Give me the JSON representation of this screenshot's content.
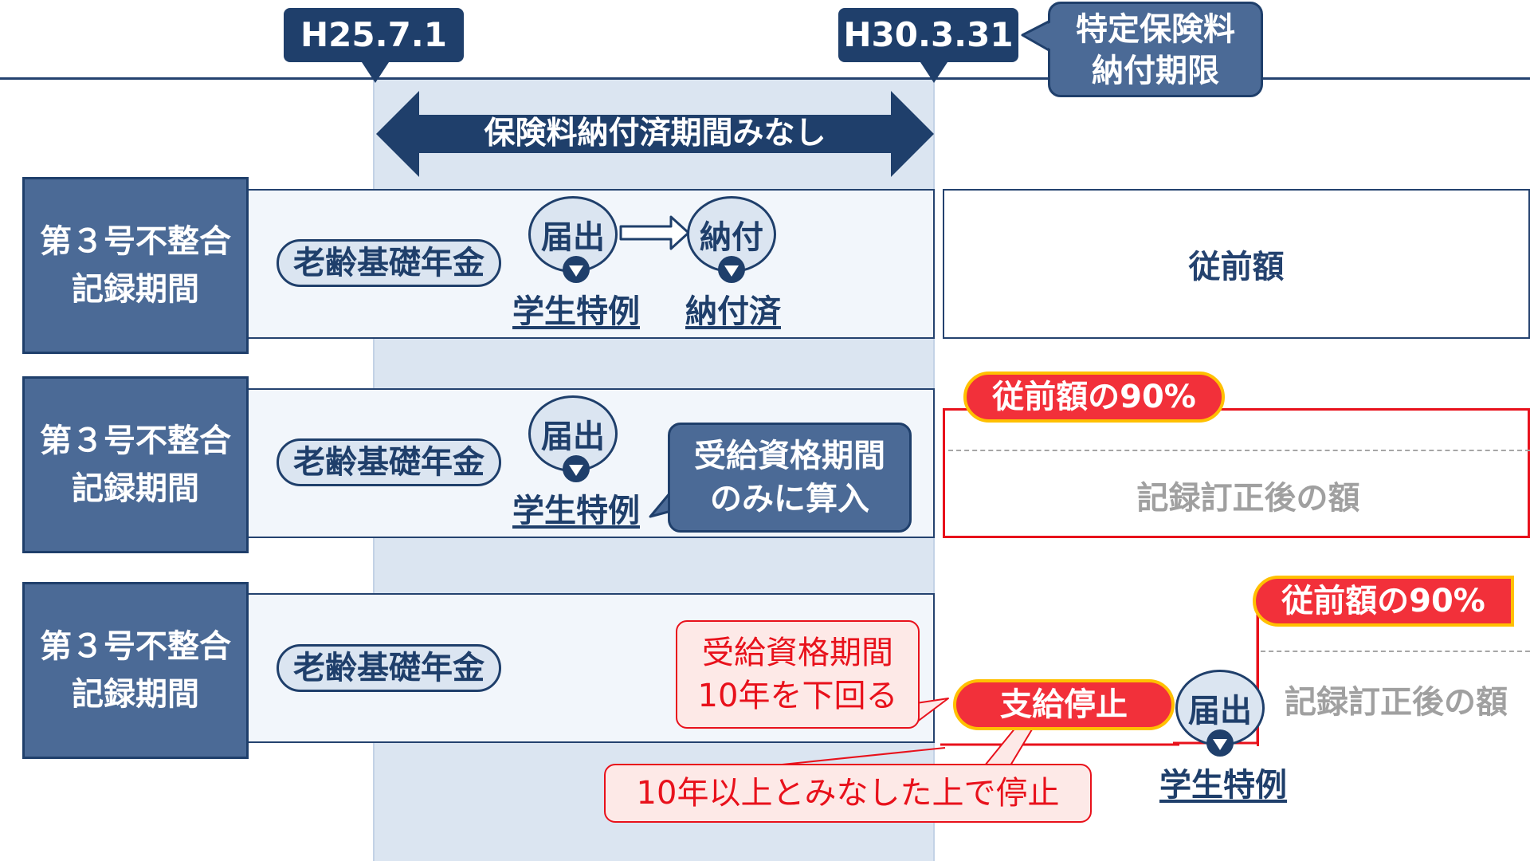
{
  "timeline": {
    "start_date": "H25.7.1",
    "end_date": "H30.3.31",
    "deadline_label_line1": "特定保険料",
    "deadline_label_line2": "納付期限",
    "arrow_label": "保険料納付済期間みなし"
  },
  "rows": [
    {
      "label_line1": "第３号不整合",
      "label_line2": "記録期間",
      "pension": "老齢基礎年金",
      "step1": "届出",
      "step1_result": "学生特例",
      "step2": "納付",
      "step2_result": "納付済",
      "outcome": "従前額"
    },
    {
      "label_line1": "第３号不整合",
      "label_line2": "記録期間",
      "pension": "老齢基礎年金",
      "step1": "届出",
      "step1_result": "学生特例",
      "callout_line1": "受給資格期間",
      "callout_line2": "のみに算入",
      "outcome_badge": "従前額の90%",
      "outcome": "記録訂正後の額"
    },
    {
      "label_line1": "第３号不整合",
      "label_line2": "記録期間",
      "pension": "老齢基礎年金",
      "warning_line1": "受給資格期間",
      "warning_line2": "10年を下回る",
      "stop_badge": "支給停止",
      "stop_note": "10年以上とみなした上で停止",
      "step1": "届出",
      "step1_result": "学生特例",
      "outcome_badge": "従前額の90%",
      "outcome": "記録訂正後の額"
    }
  ],
  "colors": {
    "navy": "#1f3f6b",
    "navy_fill": "#4b6a96",
    "light_blue": "#dbe5f1",
    "red": "#e8111b",
    "gold": "#ffc000",
    "gray_text": "#a0a0a0"
  }
}
